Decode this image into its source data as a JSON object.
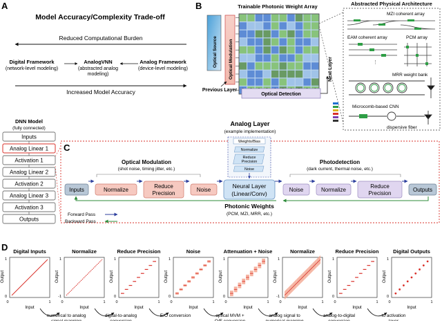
{
  "panels": {
    "a": "A",
    "b": "B",
    "c": "C",
    "d": "D"
  },
  "panel_a": {
    "title": "Model Accuracy/Complexity Trade-off",
    "reduced_burden": "Reduced Computational Burden",
    "increased_accuracy": "Increased Model Accuracy",
    "digital": {
      "name": "Digital Framework",
      "sub": "(network-level modeling)"
    },
    "analogvnn": {
      "name": "AnalogVNN",
      "sub1": "(abstracted analog",
      "sub2": "modeling)"
    },
    "analog": {
      "name": "Analog Framework",
      "sub": "(device-level modeling)"
    }
  },
  "panel_b": {
    "array_title": "Trainable Photonic Weight Array",
    "optical_source": "Optical Source",
    "optical_modulation": "Optical Modulation",
    "optical_detection": "Optical Detection",
    "previous_layer": "Previous Layer",
    "next_layer": "Next Layer",
    "arch_title": "Abstracted Physical Architecture",
    "mzi": "MZI coherent array",
    "eam": "EAM coherent array",
    "pcm": "PCM array",
    "mrr": "MRR weight bank",
    "microcomb": "Microcomb-based CNN",
    "fiber": "dispersive fiber"
  },
  "dnn_model": {
    "title": "DNN Model",
    "subtitle": "(fully connected)",
    "layers": [
      "Inputs",
      "Analog Linear 1",
      "Activation 1",
      "Analog Linear 2",
      "Activation 2",
      "Analog Linear 3",
      "Activation 3",
      "Outputs"
    ]
  },
  "panel_c": {
    "analog_layer": "Analog Layer",
    "analog_layer_sub": "(example implementation)",
    "optical_modulation": "Optical Modulation",
    "optical_modulation_sub": "(shot noise, timing jitter, etc.)",
    "photodetection": "Photodetection",
    "photodetection_sub": "(dark current, thermal noise, etc.)",
    "inputs": "Inputs",
    "normalize": "Normalize",
    "reduce1": "Reduce",
    "reduce2": "Precision",
    "noise": "Noise",
    "neural1": "Neural Layer",
    "neural2": "(Linear/Conv)",
    "outputs": "Outputs",
    "weights_bias": "Weights/Bias",
    "mini_normalize": "Normalize",
    "mini_reduce1": "Reduce",
    "mini_reduce2": "Precision",
    "mini_noise": "Noise",
    "photonic_weights": "Photonic Weights",
    "photonic_sub": "(PCM, MZI, MRR, etc.)",
    "forward": "Forward Pass",
    "backward": "Backward Pass"
  },
  "panel_d": {
    "plots": [
      {
        "title": "Digital Inputs",
        "type": "line"
      },
      {
        "title": "Normalize",
        "type": "line"
      },
      {
        "title": "Reduce Precision",
        "type": "steps"
      },
      {
        "title": "Noise",
        "type": "noisysteps"
      },
      {
        "title": "Attenuation + Noise",
        "type": "noisysteps"
      },
      {
        "title": "Normalize",
        "type": "noisyline"
      },
      {
        "title": "Reduce Precision",
        "type": "steps"
      },
      {
        "title": "Digital Outputs",
        "type": "dots"
      }
    ],
    "axis": {
      "x": "Input",
      "y": "Output",
      "t0": "0",
      "t1": "1",
      "neg1": "-1"
    },
    "captions": [
      [
        "numerical to analog",
        "signal mapping"
      ],
      [
        "digital-to-analog",
        "conversion"
      ],
      [
        "E/O conversion"
      ],
      [
        "optical MVM +",
        "O/E conversion"
      ],
      [
        "analog signal to",
        "numerical mapping"
      ],
      [
        "analog-to-digital",
        "conversion"
      ],
      [
        "to activation",
        "layer"
      ]
    ]
  },
  "colors": {
    "accent_red": "#d9302a",
    "forward": "#2d3f9e",
    "backward": "#2e8b3a",
    "weight_blue": "#4d7fd0",
    "weight_green": "#7fbf66"
  }
}
